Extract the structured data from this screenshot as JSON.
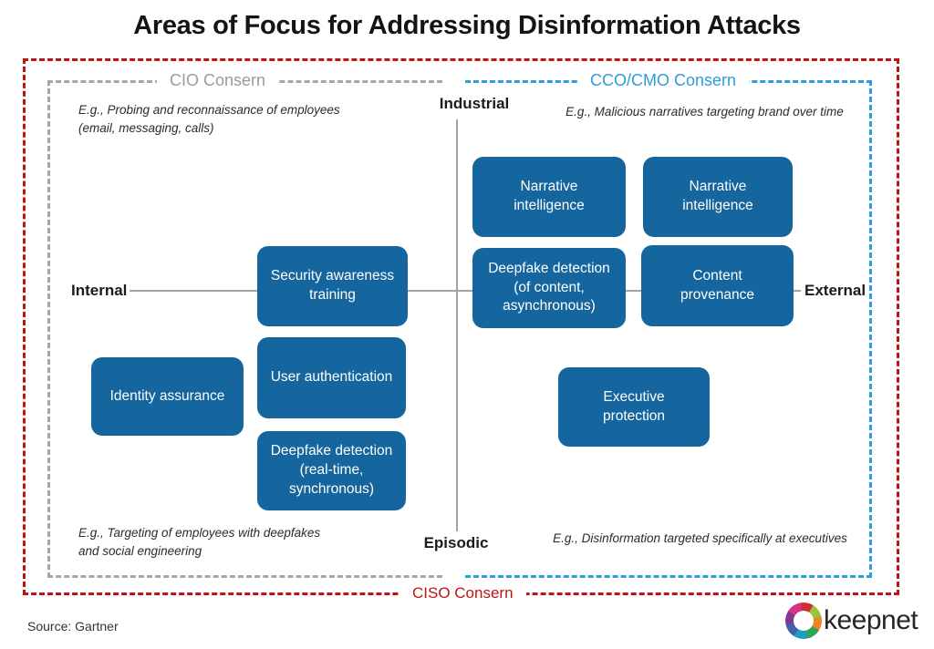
{
  "title": "Areas of Focus for Addressing Disinformation Attacks",
  "regions": {
    "cio": {
      "label": "CIO Consern",
      "color": "#9b9b9b"
    },
    "cco": {
      "label": "CCO/CMO Consern",
      "color": "#2d9ddb"
    },
    "ciso": {
      "label": "CISO Consern",
      "color": "#c01414"
    }
  },
  "axes": {
    "top": "Industrial",
    "bottom": "Episodic",
    "left": "Internal",
    "right": "External"
  },
  "annotations": {
    "top_left": "E.g., Probing and reconnaissance of employees\n(email, messaging, calls)",
    "top_right": "E.g., Malicious narratives targeting brand over time",
    "bottom_left": "E.g., Targeting of employees with deepfakes\nand social engineering",
    "bottom_right": "E.g., Disinformation targeted specifically at executives"
  },
  "boxes": [
    {
      "id": "narrative-intelligence-1",
      "label": "Narrative\nintelligence"
    },
    {
      "id": "narrative-intelligence-2",
      "label": "Narrative\nintelligence"
    },
    {
      "id": "security-awareness-training",
      "label": "Security awareness\ntraining"
    },
    {
      "id": "deepfake-detection-async",
      "label": "Deepfake detection\n(of content,\nasynchronous)"
    },
    {
      "id": "content-provenance",
      "label": "Content\nprovenance"
    },
    {
      "id": "identity-assurance",
      "label": "Identity assurance"
    },
    {
      "id": "user-authentication",
      "label": "User authentication"
    },
    {
      "id": "deepfake-detection-sync",
      "label": "Deepfake detection\n(real-time,\nsynchronous)"
    },
    {
      "id": "executive-protection",
      "label": "Executive\nprotection"
    }
  ],
  "footer": {
    "source": "Source: Gartner",
    "logo_text": "keepnet"
  },
  "colors": {
    "box_fill": "#15659e",
    "region_red": "#c01414",
    "region_blue": "#2d9ddb",
    "region_gray": "#a6a6a6",
    "axis_line": "#a3a3a3"
  }
}
